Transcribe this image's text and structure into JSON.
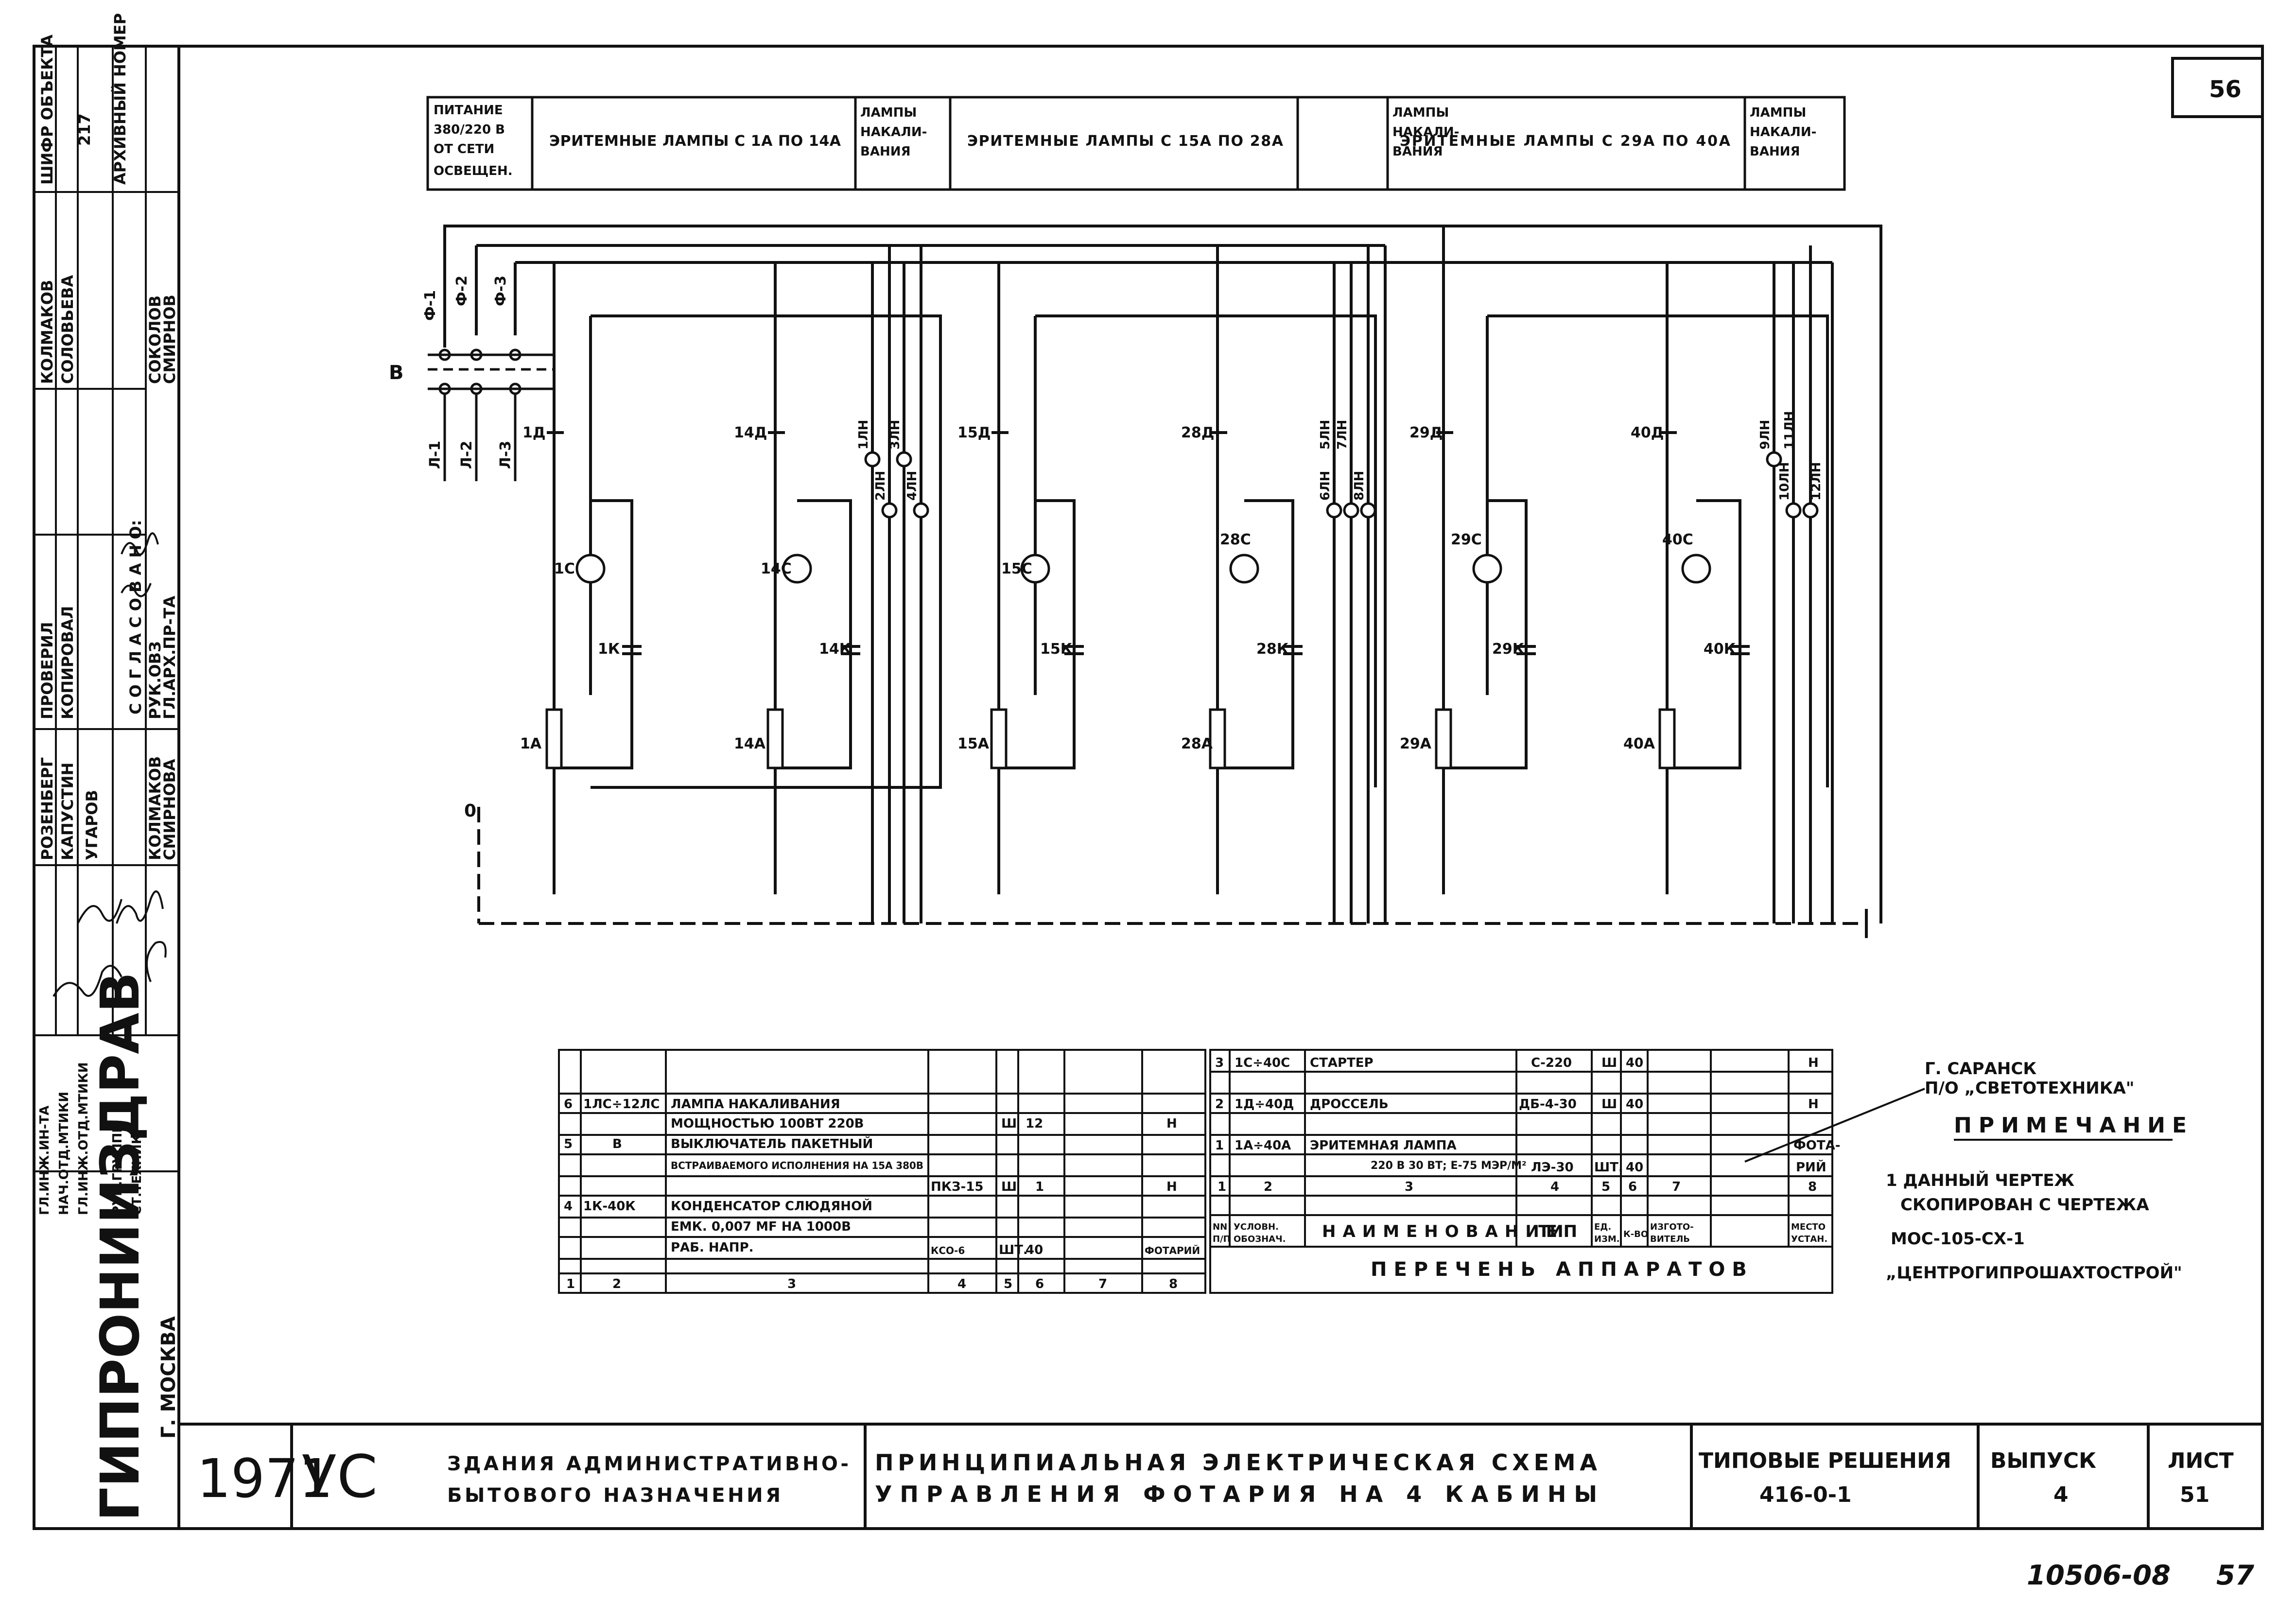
{
  "sheet_number_top": "56",
  "page_footer": {
    "code": "10506-08",
    "page": "57"
  },
  "stamp": {
    "fields": [
      {
        "label": "ШИФР ОБЪЕКТА",
        "value": "217"
      },
      {
        "label": "АРХИВНЫЙ НОМЕР",
        "value": ""
      }
    ],
    "agreed": "С О Г Л А С О В А Н О:",
    "people_left": [
      "КОЛМАКОВ",
      "СОЛОВЬЕВА",
      "ПРОВЕРИЛ",
      "КОПИРОВАЛ",
      "РОЗЕНБЕРГ",
      "КАПУСТИН",
      "УГАРОВ",
      "КОЛМАКОВ",
      "СМИРНОВА",
      "ГЛ.ИНЖ.ИН-ТА",
      "НАЧ.ОТД.МТИКИ",
      "ГЛ.ИНЖ.ОТД.МТИКИ",
      "РУК.ГРУППЫ",
      "СТ.ТЕХНИК"
    ],
    "people_right": [
      "СОКОЛОВ",
      "СМИРНОВ",
      "РУК.ОВЗ",
      "ГЛ.АРХ.ПР-ТА"
    ],
    "org": "ГИПРОНИИЗДРАВ",
    "city": "Г. МОСКВА",
    "year": "1971",
    "logo": "УС"
  },
  "header_table": [
    "ПИТАНИЕ 380/220 В ОТ СЕТИ ОСВЕЩЕН.",
    "ЭРИТЕМНЫЕ ЛАМПЫ С 1А ПО 14А",
    "ЛАМПЫ НАКАЛИВАНИЯ",
    "ЭРИТЕМНЫЕ ЛАМПЫ С 15А ПО 28А",
    "ЛАМПЫ НАКАЛИВАНИЯ",
    "ЭРИТЕМНЫЕ ЛАМПЫ С 29А ПО 40А",
    "ЛАМПЫ НАКАЛИВАНИЯ"
  ],
  "schematic": {
    "phases": [
      "Ф-1",
      "Ф-2",
      "Ф-3"
    ],
    "switch_label": "В",
    "lines": [
      "Л-1",
      "Л-2",
      "Л-3"
    ],
    "neutral": "0",
    "groups": [
      {
        "chokes": [
          "1Д",
          "14Д"
        ],
        "starters": [
          "1С",
          "14С"
        ],
        "caps": [
          "1К",
          "14К"
        ],
        "lamps": [
          "1А",
          "14А"
        ],
        "inc": [
          "1ЛН",
          "2ЛН",
          "3ЛН",
          "4ЛН"
        ]
      },
      {
        "chokes": [
          "15Д",
          "28Д"
        ],
        "starters": [
          "15С",
          "28С"
        ],
        "caps": [
          "15К",
          "28К"
        ],
        "lamps": [
          "15А",
          "28А"
        ],
        "inc": [
          "5ЛН",
          "6ЛН",
          "7ЛН",
          "8ЛН"
        ]
      },
      {
        "chokes": [
          "29Д",
          "40Д"
        ],
        "starters": [
          "29С",
          "40С"
        ],
        "caps": [
          "29К",
          "40К"
        ],
        "lamps": [
          "29А",
          "40А"
        ],
        "inc": [
          "9ЛН",
          "10ЛН",
          "11ЛН",
          "12ЛН"
        ]
      }
    ]
  },
  "left_table": {
    "rows": [
      [
        "6",
        "1ЛС÷12ЛС",
        "ЛАМПА НАКАЛИВАНИЯ",
        "",
        "",
        "",
        "",
        ""
      ],
      [
        "",
        "",
        "МОЩНОСТЬЮ 100ВТ 220В",
        "",
        "Ш",
        "12",
        "",
        "Н"
      ],
      [
        "5",
        "В",
        "ВЫКЛЮЧАТЕЛЬ ПАКЕТНЫЙ",
        "",
        "",
        "",
        "",
        ""
      ],
      [
        "",
        "",
        "ВСТРАИВАЕМОГО ИСПОЛНЕНИЯ НА 15А 380В",
        "ПКЗ-15",
        "Ш",
        "1",
        "",
        "Н"
      ],
      [
        "4",
        "1К-40К",
        "КОНДЕНСАТОР СЛЮДЯНОЙ",
        "",
        "",
        "",
        "",
        ""
      ],
      [
        "",
        "",
        "ЕМК. 0,007 МF НА 1000В",
        "",
        "",
        "",
        "",
        ""
      ],
      [
        "",
        "",
        "РАБ. НАПР.",
        "КСО-6",
        "ШТ.",
        "40",
        "",
        "ФОТАРИЙ"
      ]
    ],
    "footer": [
      "1",
      "2",
      "3",
      "4",
      "5",
      "6",
      "7",
      "8"
    ]
  },
  "right_table": {
    "rows": [
      [
        "3",
        "1С÷40С",
        "СТАРТЕР",
        "С-220",
        "Ш",
        "40",
        "",
        "Н"
      ],
      [
        "2",
        "1Д÷40Д",
        "ДРОССЕЛЬ",
        "ДБ-4-30",
        "Ш",
        "40",
        "",
        "Н"
      ],
      [
        "1",
        "1А÷40А",
        "ЭРИТЕМНАЯ ЛАМПА",
        "",
        "",
        "",
        "",
        "ФОТА-"
      ],
      [
        "",
        "",
        "220 В 30 ВТ; Е-75 МЭР/М²",
        "ЛЭ-30",
        "ШТ.",
        "40",
        "",
        "РИЙ"
      ]
    ],
    "footer": [
      "1",
      "2",
      "3",
      "4",
      "5",
      "6",
      "7",
      "8"
    ],
    "header": [
      "NN П/П",
      "УСЛОВН. ОБОЗНАЧ.",
      "НАИМЕНОВАНИЕ",
      "ТИП",
      "ЕД. ИЗМ.",
      "К-ВО",
      "ИЗГОТО-ВИТЕЛЬ",
      "МЕСТО УСТАН."
    ],
    "title": "ПЕРЕЧЕНЬ АППАРАТОВ"
  },
  "callout": [
    "Г. САРАНСК",
    "П/О „СВЕТОТЕХНИКА\""
  ],
  "note": {
    "heading": "ПРИМЕЧАНИЕ",
    "lines": [
      "1 ДАННЫЙ ЧЕРТЕЖ",
      "СКОПИРОВАН С ЧЕРТЕЖА",
      "МОС-105-СХ-1",
      "„ЦЕНТРОГИПРОШАХТОСТРОЙ\""
    ]
  },
  "title_block": {
    "building": [
      "ЗДАНИЯ АДМИНИСТРАТИВНО-",
      "БЫТОВОГО НАЗНАЧЕНИЯ"
    ],
    "title": [
      "ПРИНЦИПИАЛЬНАЯ ЭЛЕКТРИЧЕСКАЯ СХЕМА",
      "УПРАВЛЕНИЯ ФОТАРИЯ НА 4 КАБИНЫ"
    ],
    "series_label": "ТИПОВЫЕ РЕШЕНИЯ",
    "series": "416-0-1",
    "issue_label": "ВЫПУСК",
    "issue": "4",
    "sheet_label": "ЛИСТ",
    "sheet": "51"
  }
}
